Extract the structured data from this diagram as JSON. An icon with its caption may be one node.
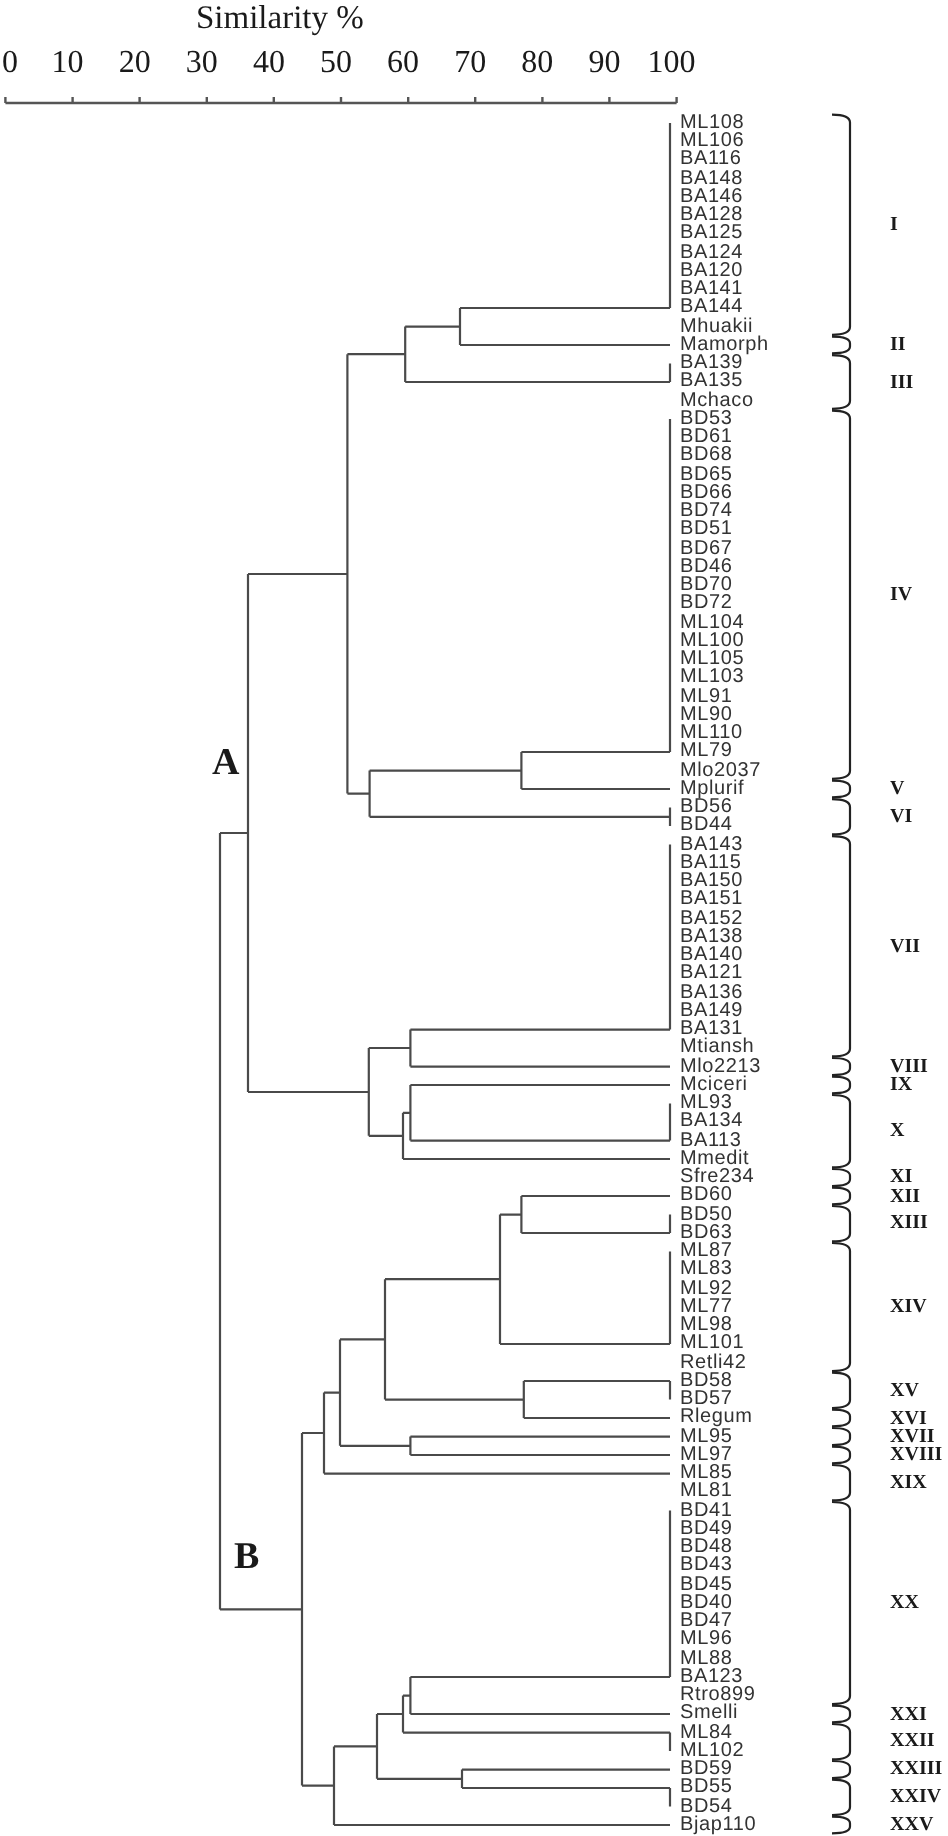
{
  "diagram": {
    "labels": [
      "Similarity %",
      "0",
      "10",
      "20",
      "30",
      "40",
      "50",
      "60",
      "70",
      "80",
      "90",
      "100",
      "ML108",
      "ML106",
      "BA116",
      "BA148",
      "BA146",
      "BA128",
      "BA125",
      "BA124",
      "BA120",
      "BA141",
      "BA144",
      "Mhuakii",
      "Mamorph",
      "BA139",
      "BA135",
      "Mchaco",
      "BD53",
      "BD61",
      "BD68",
      "BD65",
      "BD66",
      "BD74",
      "BD51",
      "BD67",
      "BD46",
      "BD70",
      "BD72",
      "ML104",
      "ML100",
      "ML105",
      "ML103",
      "ML91",
      "ML90",
      "ML110",
      "ML79",
      "Mlo2037",
      "Mplurif",
      "BD56",
      "BD44",
      "BA143",
      "BA115",
      "BA150",
      "BA151",
      "BA152",
      "BA138",
      "BA140",
      "BA121",
      "BA136",
      "BA149",
      "BA131",
      "Mtiansh",
      "Mlo2213",
      "Mciceri",
      "ML93",
      "BA134",
      "BA113",
      "Mmedit",
      "Sfre234",
      "BD60",
      "BD50",
      "BD63",
      "ML87",
      "ML83",
      "ML92",
      "ML77",
      "ML98",
      "ML101",
      "Retli42",
      "BD58",
      "BD57",
      "Rlegum",
      "ML95",
      "ML97",
      "ML85",
      "ML81",
      "BD41",
      "BD49",
      "BD48",
      "BD43",
      "BD45",
      "BD40",
      "BD47",
      "ML96",
      "ML88",
      "BA123",
      "Rtro899",
      "Smelli",
      "ML84",
      "ML102",
      "BD59",
      "BD55",
      "BD54",
      "Bjap110",
      "I",
      "II",
      "III",
      "IV",
      "V",
      "VI",
      "VII",
      "VIII",
      "IX",
      "X",
      "XI",
      "XII",
      "XIII",
      "XIV",
      "XV",
      "XVI",
      "XVII",
      "XVIII",
      "XIX",
      "XX",
      "XXI",
      "XXII",
      "XXIII",
      "XXIV",
      "XXV",
      "A",
      "B"
    ]
  }
}
